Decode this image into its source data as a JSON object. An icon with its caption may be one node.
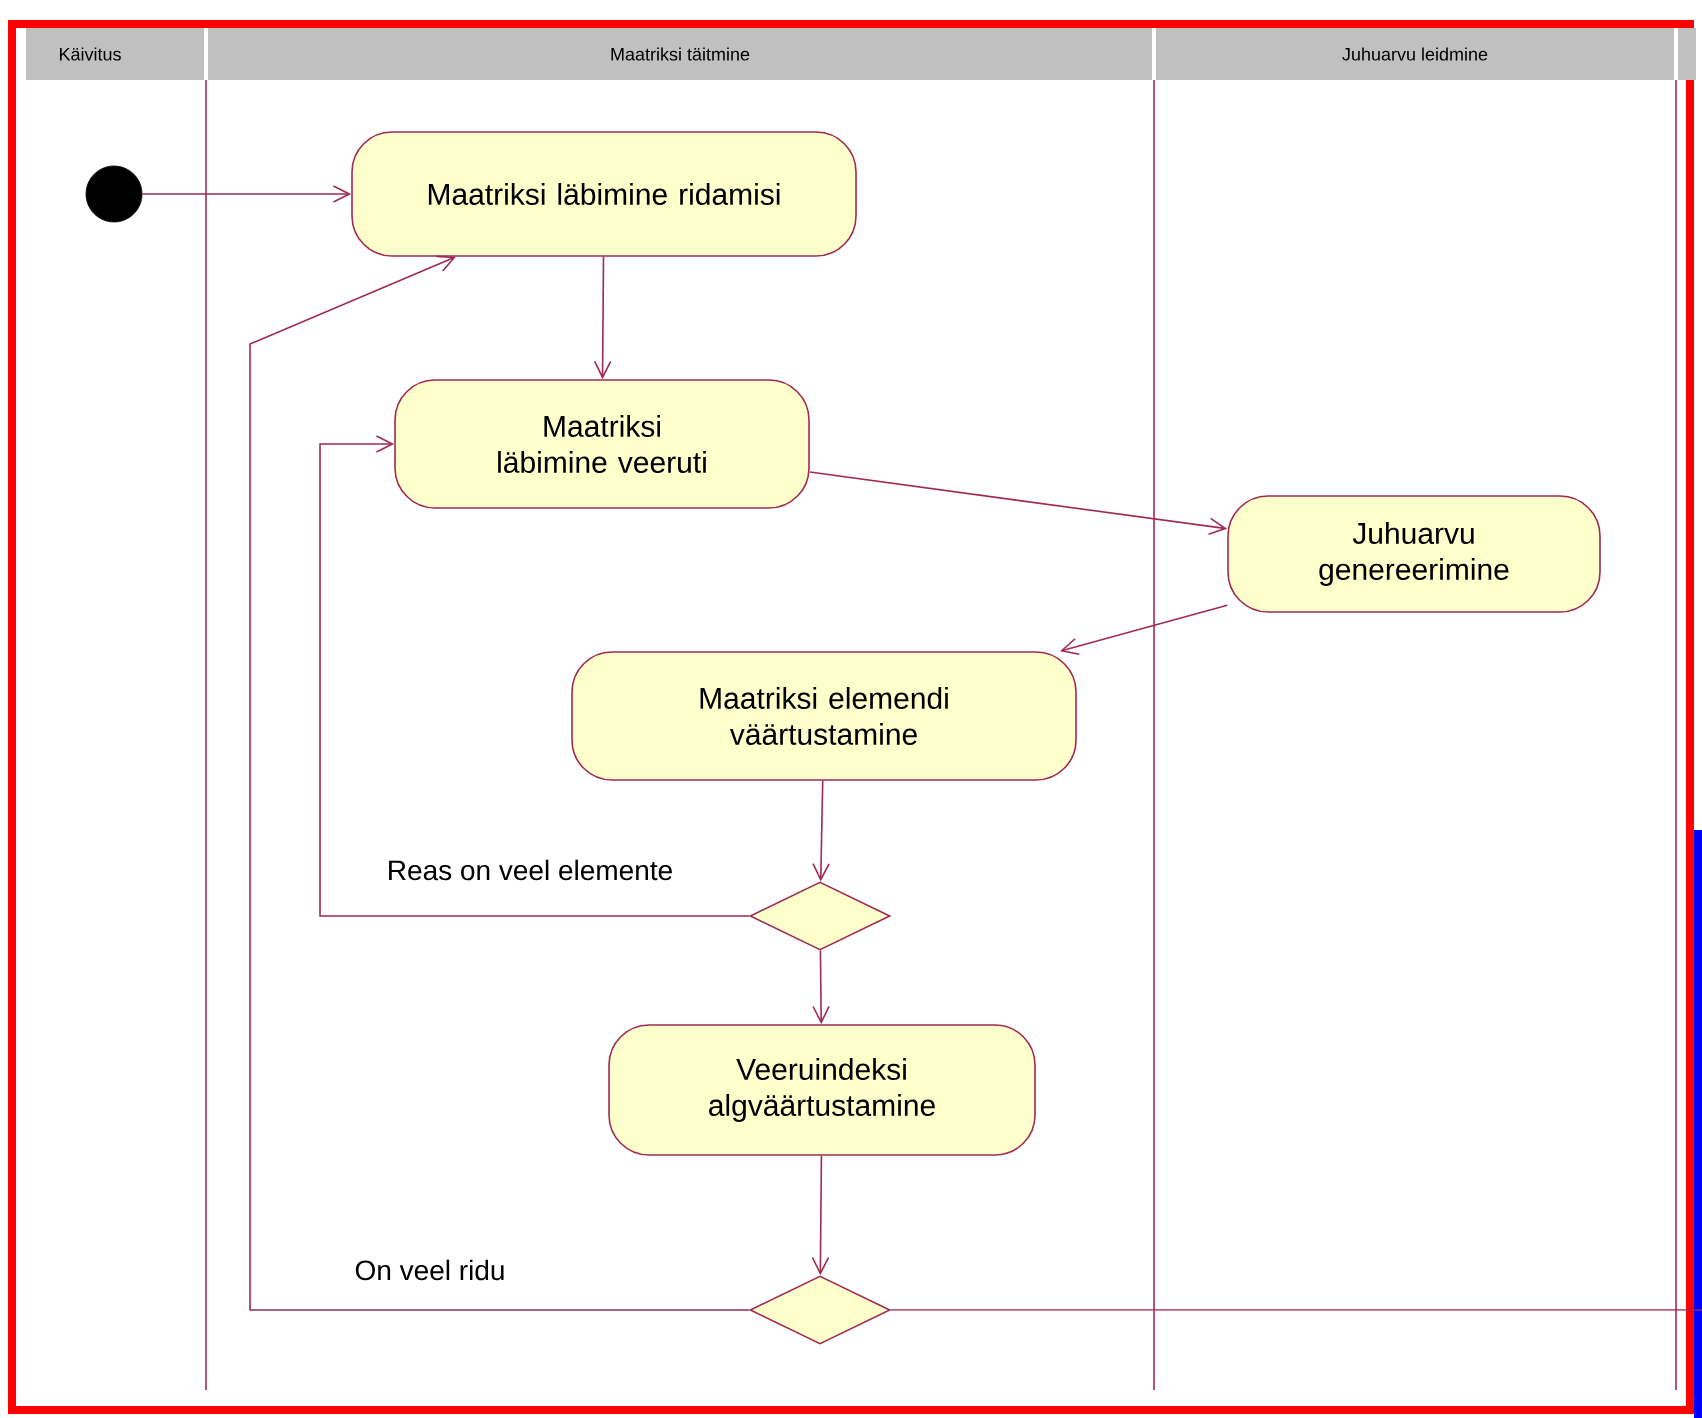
{
  "diagram": {
    "nodes": [
      {
        "text": [
          "Käivitus"
        ]
      },
      {
        "text": [
          "Maatriksi täitmine"
        ]
      },
      {
        "text": [
          "Juhuarvu leidmine"
        ]
      },
      {
        "text": [],
        "shape": "circle",
        "in": 0
      },
      {
        "text": [
          "Maatriksi läbimine ridamisi"
        ],
        "in": 1
      },
      {
        "text": [
          "Maatriksi läbimine veeruti"
        ],
        "in": 1
      },
      {
        "text": [
          "Juhuarvu genereerimine"
        ],
        "in": 2
      },
      {
        "text": [
          "Maatriksi elemendi väärtustamine"
        ],
        "in": 1
      },
      {
        "text": [],
        "shape": "diamond",
        "in": 1
      },
      {
        "text": [
          "Veeruindeksi algväärtustamine"
        ],
        "in": 1
      },
      {
        "text": [],
        "shape": "diamond",
        "in": 1
      }
    ],
    "edges": [
      {
        "from": 3,
        "to": 4,
        "arrow": "to"
      },
      {
        "from": 4,
        "to": 5,
        "arrow": "to"
      },
      {
        "from": 5,
        "to": 6,
        "arrow": "to"
      },
      {
        "from": 6,
        "to": 7,
        "arrow": "to"
      },
      {
        "from": 7,
        "to": 8,
        "arrow": "to"
      },
      {
        "from": 8,
        "to": 5,
        "arrow": "to",
        "label": "Reas on veel elemente"
      },
      {
        "from": 8,
        "to": 9,
        "arrow": "to"
      },
      {
        "from": 9,
        "to": 10,
        "arrow": "to"
      },
      {
        "from": 10,
        "to": 4,
        "arrow": "to",
        "label": "On veel ridu"
      },
      {
        "from": 10,
        "to": null,
        "arrow": "none"
      }
    ]
  }
}
